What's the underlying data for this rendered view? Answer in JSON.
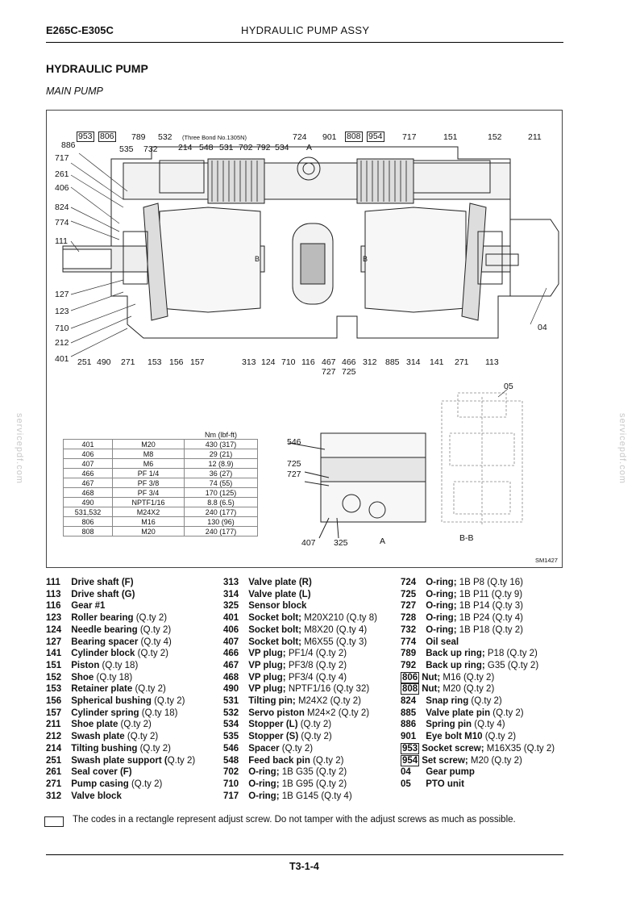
{
  "header": {
    "model": "E265C-E305C",
    "title": "HYDRAULIC PUMP ASSY"
  },
  "section_title": "HYDRAULIC PUMP",
  "subtitle": "MAIN PUMP",
  "figure": {
    "top_labels_left": [
      "789",
      "532",
      "(Three Bond No.1305N)",
      "214",
      "548",
      "531",
      "702",
      "792",
      "534",
      "535",
      "732",
      "886",
      "724",
      "A",
      "901",
      "717",
      "151",
      "152",
      "211"
    ],
    "boxed_top": [
      "953",
      "806",
      "808",
      "954"
    ],
    "left_labels": [
      "717",
      "261",
      "406",
      "824",
      "774",
      "111",
      "127",
      "123",
      "710",
      "212",
      "401"
    ],
    "bottom_labels": [
      "251",
      "490",
      "271",
      "153",
      "156",
      "157",
      "313",
      "124",
      "710",
      "116",
      "467",
      "466",
      "312",
      "885",
      "314",
      "141",
      "271",
      "113",
      "727",
      "725"
    ],
    "right_label_04": "04",
    "label_05": "05",
    "detail_a_labels": [
      "546",
      "725",
      "727",
      "407",
      "325",
      "A"
    ],
    "bb_label": "B-B",
    "fig_code": "SM1427",
    "arrow_b": "B",
    "torque_unit": "Nm (lbf-ft)",
    "torque_rows": [
      [
        "401",
        "M20",
        "430 (317)"
      ],
      [
        "406",
        "M8",
        "29 (21)"
      ],
      [
        "407",
        "M6",
        "12 (8.9)"
      ],
      [
        "466",
        "PF 1/4",
        "36 (27)"
      ],
      [
        "467",
        "PF 3/8",
        "74 (55)"
      ],
      [
        "468",
        "PF 3/4",
        "170 (125)"
      ],
      [
        "490",
        "NPTF1/16",
        "8.8 (6.5)"
      ],
      [
        "531,532",
        "M24X2",
        "240 (177)"
      ],
      [
        "806",
        "M16",
        "130 (96)"
      ],
      [
        "808",
        "M20",
        "240 (177)"
      ]
    ]
  },
  "legend": {
    "col1": [
      {
        "num": "111",
        "name": "Drive shaft (F)",
        "qty": ""
      },
      {
        "num": "113",
        "name": "Drive shaft (G)",
        "qty": ""
      },
      {
        "num": "116",
        "name": "Gear #1",
        "qty": ""
      },
      {
        "num": "123",
        "name": "Roller bearing",
        "qty": " (Q.ty 2)"
      },
      {
        "num": "124",
        "name": "Needle bearing",
        "qty": " (Q.ty 2)"
      },
      {
        "num": "127",
        "name": "Bearing spacer",
        "qty": " (Q.ty 4)"
      },
      {
        "num": "141",
        "name": "Cylinder block",
        "qty": " (Q.ty 2)"
      },
      {
        "num": "151",
        "name": "Piston",
        "qty": " (Q.ty 18)"
      },
      {
        "num": "152",
        "name": "Shoe",
        "qty": " (Q.ty 18)"
      },
      {
        "num": "153",
        "name": "Retainer plate",
        "qty": " (Q.ty 2)"
      },
      {
        "num": "156",
        "name": "Spherical bushing",
        "qty": " (Q.ty 2)"
      },
      {
        "num": "157",
        "name": "Cylinder spring",
        "qty": " (Q.ty 18)"
      },
      {
        "num": "211",
        "name": "Shoe plate",
        "qty": " (Q.ty 2)"
      },
      {
        "num": "212",
        "name": "Swash plate",
        "qty": " (Q.ty 2)"
      },
      {
        "num": "214",
        "name": "Tilting bushing",
        "qty": " (Q.ty 2)"
      },
      {
        "num": "251",
        "name": "Swash plate support (",
        "qty": "Q.ty 2)"
      },
      {
        "num": "261",
        "name": "Seal cover (F)",
        "qty": ""
      },
      {
        "num": "271",
        "name": "Pump casing",
        "qty": " (Q.ty 2)"
      },
      {
        "num": "312",
        "name": "Valve block",
        "qty": ""
      }
    ],
    "col2": [
      {
        "num": "313",
        "name": "Valve plate (R)",
        "qty": ""
      },
      {
        "num": "314",
        "name": "Valve plate (L)",
        "qty": ""
      },
      {
        "num": "325",
        "name": "Sensor block",
        "qty": ""
      },
      {
        "num": "401",
        "name": "Socket bolt;",
        "qty": " M20X210 (Q.ty 8)"
      },
      {
        "num": "406",
        "name": "Socket bolt;",
        "qty": " M8X20 (Q.ty 4)"
      },
      {
        "num": "407",
        "name": "Socket bolt;",
        "qty": " M6X55 (Q.ty 3)"
      },
      {
        "num": "466",
        "name": "VP plug;",
        "qty": " PF1/4 (Q.ty 2)"
      },
      {
        "num": "467",
        "name": "VP plug;",
        "qty": " PF3/8 (Q.ty 2)"
      },
      {
        "num": "468",
        "name": "VP plug;",
        "qty": " PF3/4 (Q.ty 4)"
      },
      {
        "num": "490",
        "name": "VP plug;",
        "qty": " NPTF1/16 (Q.ty 32)"
      },
      {
        "num": "531",
        "name": "Tilting pin;",
        "qty": " M24X2 (Q.ty 2)"
      },
      {
        "num": "532",
        "name": "Servo piston",
        "qty": " M24×2 (Q.ty 2)"
      },
      {
        "num": "534",
        "name": "Stopper (L)",
        "qty": " (Q.ty 2)"
      },
      {
        "num": "535",
        "name": "Stopper (S)",
        "qty": " (Q.ty 2)"
      },
      {
        "num": "546",
        "name": "Spacer",
        "qty": " (Q.ty 2)"
      },
      {
        "num": "548",
        "name": "Feed back pin",
        "qty": " (Q.ty 2)"
      },
      {
        "num": "702",
        "name": "O-ring;",
        "qty": " 1B G35 (Q.ty 2)"
      },
      {
        "num": "710",
        "name": "O-ring;",
        "qty": " 1B G95 (Q.ty 2)"
      },
      {
        "num": "717",
        "name": "O-ring;",
        "qty": " 1B G145 (Q.ty 4)"
      }
    ],
    "col3": [
      {
        "num": "724",
        "name": "O-ring;",
        "qty": " 1B P8 (Q.ty 16)",
        "boxed": false
      },
      {
        "num": "725",
        "name": "O-ring;",
        "qty": " 1B P11 (Q.ty 9)",
        "boxed": false
      },
      {
        "num": "727",
        "name": "O-ring;",
        "qty": " 1B P14 (Q.ty 3)",
        "boxed": false
      },
      {
        "num": "728",
        "name": "O-ring;",
        "qty": " 1B P24 (Q.ty 4)",
        "boxed": false
      },
      {
        "num": "732",
        "name": "O-ring;",
        "qty": " 1B P18 (Q.ty 2)",
        "boxed": false
      },
      {
        "num": "774",
        "name": "Oil seal",
        "qty": "",
        "boxed": false
      },
      {
        "num": "789",
        "name": "Back up ring;",
        "qty": " P18 (Q.ty 2)",
        "boxed": false
      },
      {
        "num": "792",
        "name": "Back up ring;",
        "qty": " G35 (Q.ty 2)",
        "boxed": false
      },
      {
        "num": "806",
        "name": "Nut;",
        "qty": " M16 (Q.ty 2)",
        "boxed": true
      },
      {
        "num": "808",
        "name": "Nut;",
        "qty": " M20 (Q.ty 2)",
        "boxed": true
      },
      {
        "num": "824",
        "name": "Snap ring",
        "qty": " (Q.ty 2)",
        "boxed": false
      },
      {
        "num": "885",
        "name": "Valve plate pin",
        "qty": " (Q.ty 2)",
        "boxed": false
      },
      {
        "num": "886",
        "name": "Spring pin",
        "qty": " (Q.ty 4)",
        "boxed": false
      },
      {
        "num": "901",
        "name": "Eye bolt M10",
        "qty": " (Q.ty 2)",
        "boxed": false
      },
      {
        "num": "953",
        "name": "Socket screw;",
        "qty": " M16X35 (Q.ty 2)",
        "boxed": true
      },
      {
        "num": "954",
        "name": "Set screw;",
        "qty": " M20 (Q.ty 2)",
        "boxed": true
      },
      {
        "num": "04",
        "name": "Gear pump",
        "qty": "",
        "boxed": false
      },
      {
        "num": "05",
        "name": "PTO unit",
        "qty": "",
        "boxed": false
      }
    ]
  },
  "note": "The codes in a rectangle represent adjust screw. Do not tamper with the adjust screws as much as possible.",
  "footer": "T3-1-4",
  "watermark": "servicepdf.com"
}
